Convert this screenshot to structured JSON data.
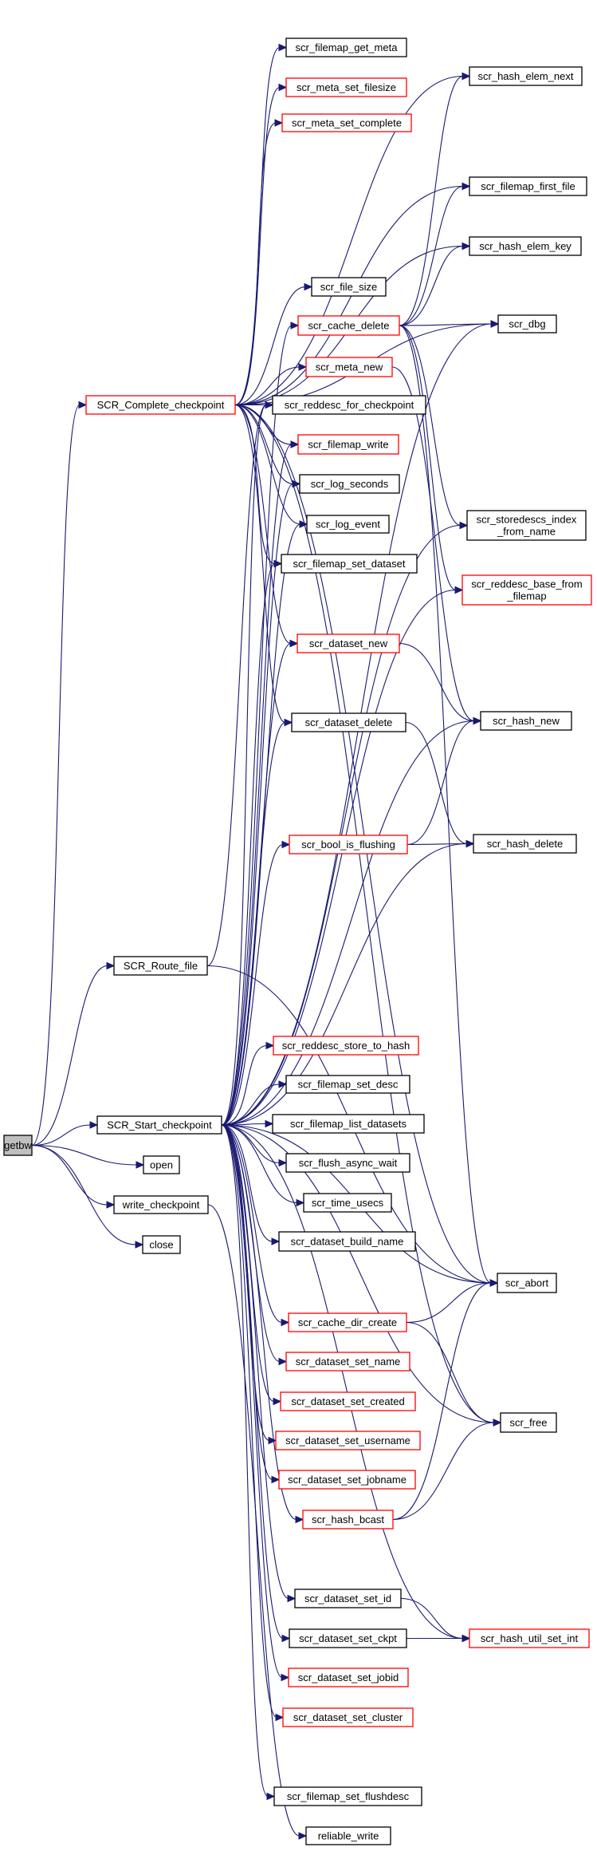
{
  "colors": {
    "edge": "#191970",
    "root_fill": "#bfbfbf",
    "documented_border": "#000000",
    "undocumented_border": "#ff0000",
    "node_fill": "#ffffff"
  },
  "nodes": [
    {
      "id": "getbw",
      "lines": [
        "getbw"
      ],
      "style": "root"
    },
    {
      "id": "scr_complete_checkpoint",
      "lines": [
        "SCR_Complete_checkpoint"
      ],
      "style": "red"
    },
    {
      "id": "scr_route_file",
      "lines": [
        "SCR_Route_file"
      ],
      "style": "black"
    },
    {
      "id": "scr_start_checkpoint",
      "lines": [
        "SCR_Start_checkpoint"
      ],
      "style": "black"
    },
    {
      "id": "open",
      "lines": [
        "open"
      ],
      "style": "black"
    },
    {
      "id": "write_checkpoint",
      "lines": [
        "write_checkpoint"
      ],
      "style": "black"
    },
    {
      "id": "close",
      "lines": [
        "close"
      ],
      "style": "black"
    },
    {
      "id": "scr_filemap_get_meta",
      "lines": [
        "scr_filemap_get_meta"
      ],
      "style": "black"
    },
    {
      "id": "scr_meta_set_filesize",
      "lines": [
        "scr_meta_set_filesize"
      ],
      "style": "red"
    },
    {
      "id": "scr_meta_set_complete",
      "lines": [
        "scr_meta_set_complete"
      ],
      "style": "red"
    },
    {
      "id": "scr_file_size",
      "lines": [
        "scr_file_size"
      ],
      "style": "black"
    },
    {
      "id": "scr_cache_delete",
      "lines": [
        "scr_cache_delete"
      ],
      "style": "red"
    },
    {
      "id": "scr_meta_new",
      "lines": [
        "scr_meta_new"
      ],
      "style": "red"
    },
    {
      "id": "scr_reddesc_for_checkpoint",
      "lines": [
        "scr_reddesc_for_checkpoint"
      ],
      "style": "black"
    },
    {
      "id": "scr_filemap_write",
      "lines": [
        "scr_filemap_write"
      ],
      "style": "red"
    },
    {
      "id": "scr_log_seconds",
      "lines": [
        "scr_log_seconds"
      ],
      "style": "black"
    },
    {
      "id": "scr_log_event",
      "lines": [
        "scr_log_event"
      ],
      "style": "black"
    },
    {
      "id": "scr_filemap_set_dataset",
      "lines": [
        "scr_filemap_set_dataset"
      ],
      "style": "black"
    },
    {
      "id": "scr_dataset_new",
      "lines": [
        "scr_dataset_new"
      ],
      "style": "red"
    },
    {
      "id": "scr_dataset_delete",
      "lines": [
        "scr_dataset_delete"
      ],
      "style": "black"
    },
    {
      "id": "scr_bool_is_flushing",
      "lines": [
        "scr_bool_is_flushing"
      ],
      "style": "red"
    },
    {
      "id": "scr_hash_elem_next",
      "lines": [
        "scr_hash_elem_next"
      ],
      "style": "black"
    },
    {
      "id": "scr_filemap_first_file",
      "lines": [
        "scr_filemap_first_file"
      ],
      "style": "black"
    },
    {
      "id": "scr_hash_elem_key",
      "lines": [
        "scr_hash_elem_key"
      ],
      "style": "black"
    },
    {
      "id": "scr_dbg",
      "lines": [
        "scr_dbg"
      ],
      "style": "black"
    },
    {
      "id": "scr_storedescs_index_from_name",
      "lines": [
        "scr_storedescs_index",
        "_from_name"
      ],
      "style": "black"
    },
    {
      "id": "scr_reddesc_base_from_filemap",
      "lines": [
        "scr_reddesc_base_from",
        "_filemap"
      ],
      "style": "red"
    },
    {
      "id": "scr_hash_new",
      "lines": [
        "scr_hash_new"
      ],
      "style": "black"
    },
    {
      "id": "scr_hash_delete",
      "lines": [
        "scr_hash_delete"
      ],
      "style": "black"
    },
    {
      "id": "scr_reddesc_store_to_hash",
      "lines": [
        "scr_reddesc_store_to_hash"
      ],
      "style": "red"
    },
    {
      "id": "scr_filemap_set_desc",
      "lines": [
        "scr_filemap_set_desc"
      ],
      "style": "black"
    },
    {
      "id": "scr_filemap_list_datasets",
      "lines": [
        "scr_filemap_list_datasets"
      ],
      "style": "black"
    },
    {
      "id": "scr_flush_async_wait",
      "lines": [
        "scr_flush_async_wait"
      ],
      "style": "black"
    },
    {
      "id": "scr_time_usecs",
      "lines": [
        "scr_time_usecs"
      ],
      "style": "black"
    },
    {
      "id": "scr_dataset_build_name",
      "lines": [
        "scr_dataset_build_name"
      ],
      "style": "black"
    },
    {
      "id": "scr_abort",
      "lines": [
        "scr_abort"
      ],
      "style": "black"
    },
    {
      "id": "scr_cache_dir_create",
      "lines": [
        "scr_cache_dir_create"
      ],
      "style": "red"
    },
    {
      "id": "scr_dataset_set_name",
      "lines": [
        "scr_dataset_set_name"
      ],
      "style": "red"
    },
    {
      "id": "scr_dataset_set_created",
      "lines": [
        "scr_dataset_set_created"
      ],
      "style": "red"
    },
    {
      "id": "scr_dataset_set_username",
      "lines": [
        "scr_dataset_set_username"
      ],
      "style": "red"
    },
    {
      "id": "scr_dataset_set_jobname",
      "lines": [
        "scr_dataset_set_jobname"
      ],
      "style": "red"
    },
    {
      "id": "scr_hash_bcast",
      "lines": [
        "scr_hash_bcast"
      ],
      "style": "red"
    },
    {
      "id": "scr_free",
      "lines": [
        "scr_free"
      ],
      "style": "black"
    },
    {
      "id": "scr_dataset_set_id",
      "lines": [
        "scr_dataset_set_id"
      ],
      "style": "black"
    },
    {
      "id": "scr_dataset_set_ckpt",
      "lines": [
        "scr_dataset_set_ckpt"
      ],
      "style": "black"
    },
    {
      "id": "scr_hash_util_set_int",
      "lines": [
        "scr_hash_util_set_int"
      ],
      "style": "red"
    },
    {
      "id": "scr_dataset_set_jobid",
      "lines": [
        "scr_dataset_set_jobid"
      ],
      "style": "red"
    },
    {
      "id": "scr_dataset_set_cluster",
      "lines": [
        "scr_dataset_set_cluster"
      ],
      "style": "red"
    },
    {
      "id": "scr_filemap_set_flushdesc",
      "lines": [
        "scr_filemap_set_flushdesc"
      ],
      "style": "black"
    },
    {
      "id": "reliable_write",
      "lines": [
        "reliable_write"
      ],
      "style": "black"
    }
  ],
  "edges": [
    [
      "getbw",
      "scr_complete_checkpoint"
    ],
    [
      "getbw",
      "scr_route_file"
    ],
    [
      "getbw",
      "scr_start_checkpoint"
    ],
    [
      "getbw",
      "open"
    ],
    [
      "getbw",
      "write_checkpoint"
    ],
    [
      "getbw",
      "close"
    ],
    [
      "scr_complete_checkpoint",
      "scr_filemap_get_meta"
    ],
    [
      "scr_complete_checkpoint",
      "scr_meta_set_filesize"
    ],
    [
      "scr_complete_checkpoint",
      "scr_meta_set_complete"
    ],
    [
      "scr_complete_checkpoint",
      "scr_hash_elem_next"
    ],
    [
      "scr_complete_checkpoint",
      "scr_filemap_first_file"
    ],
    [
      "scr_complete_checkpoint",
      "scr_hash_elem_key"
    ],
    [
      "scr_complete_checkpoint",
      "scr_file_size"
    ],
    [
      "scr_complete_checkpoint",
      "scr_dbg"
    ],
    [
      "scr_complete_checkpoint",
      "scr_meta_new"
    ],
    [
      "scr_complete_checkpoint",
      "scr_reddesc_for_checkpoint"
    ],
    [
      "scr_complete_checkpoint",
      "scr_filemap_write"
    ],
    [
      "scr_complete_checkpoint",
      "scr_log_seconds"
    ],
    [
      "scr_complete_checkpoint",
      "scr_log_event"
    ],
    [
      "scr_complete_checkpoint",
      "scr_filemap_set_dataset"
    ],
    [
      "scr_complete_checkpoint",
      "scr_dataset_new"
    ],
    [
      "scr_complete_checkpoint",
      "scr_dataset_delete"
    ],
    [
      "scr_complete_checkpoint",
      "scr_abort"
    ],
    [
      "scr_complete_checkpoint",
      "scr_free"
    ],
    [
      "scr_route_file",
      "scr_reddesc_for_checkpoint"
    ],
    [
      "scr_route_file",
      "scr_abort"
    ],
    [
      "scr_start_checkpoint",
      "scr_cache_delete"
    ],
    [
      "scr_start_checkpoint",
      "scr_reddesc_for_checkpoint"
    ],
    [
      "scr_start_checkpoint",
      "scr_filemap_write"
    ],
    [
      "scr_start_checkpoint",
      "scr_log_seconds"
    ],
    [
      "scr_start_checkpoint",
      "scr_log_event"
    ],
    [
      "scr_start_checkpoint",
      "scr_filemap_set_dataset"
    ],
    [
      "scr_start_checkpoint",
      "scr_dataset_new"
    ],
    [
      "scr_start_checkpoint",
      "scr_dataset_delete"
    ],
    [
      "scr_start_checkpoint",
      "scr_bool_is_flushing"
    ],
    [
      "scr_start_checkpoint",
      "scr_dbg"
    ],
    [
      "scr_start_checkpoint",
      "scr_storedescs_index_from_name"
    ],
    [
      "scr_start_checkpoint",
      "scr_reddesc_base_from_filemap"
    ],
    [
      "scr_start_checkpoint",
      "scr_hash_new"
    ],
    [
      "scr_start_checkpoint",
      "scr_hash_delete"
    ],
    [
      "scr_start_checkpoint",
      "scr_reddesc_store_to_hash"
    ],
    [
      "scr_start_checkpoint",
      "scr_filemap_set_desc"
    ],
    [
      "scr_start_checkpoint",
      "scr_filemap_list_datasets"
    ],
    [
      "scr_start_checkpoint",
      "scr_flush_async_wait"
    ],
    [
      "scr_start_checkpoint",
      "scr_time_usecs"
    ],
    [
      "scr_start_checkpoint",
      "scr_dataset_build_name"
    ],
    [
      "scr_start_checkpoint",
      "scr_abort"
    ],
    [
      "scr_start_checkpoint",
      "scr_cache_dir_create"
    ],
    [
      "scr_start_checkpoint",
      "scr_dataset_set_name"
    ],
    [
      "scr_start_checkpoint",
      "scr_dataset_set_created"
    ],
    [
      "scr_start_checkpoint",
      "scr_dataset_set_username"
    ],
    [
      "scr_start_checkpoint",
      "scr_dataset_set_jobname"
    ],
    [
      "scr_start_checkpoint",
      "scr_hash_bcast"
    ],
    [
      "scr_start_checkpoint",
      "scr_free"
    ],
    [
      "scr_start_checkpoint",
      "scr_dataset_set_id"
    ],
    [
      "scr_start_checkpoint",
      "scr_dataset_set_ckpt"
    ],
    [
      "scr_start_checkpoint",
      "scr_dataset_set_jobid"
    ],
    [
      "scr_start_checkpoint",
      "scr_dataset_set_cluster"
    ],
    [
      "scr_start_checkpoint",
      "scr_hash_util_set_int"
    ],
    [
      "scr_start_checkpoint",
      "scr_filemap_set_flushdesc"
    ],
    [
      "write_checkpoint",
      "reliable_write"
    ],
    [
      "scr_cache_delete",
      "scr_hash_elem_next"
    ],
    [
      "scr_cache_delete",
      "scr_filemap_first_file"
    ],
    [
      "scr_cache_delete",
      "scr_hash_elem_key"
    ],
    [
      "scr_cache_delete",
      "scr_dbg"
    ],
    [
      "scr_cache_delete",
      "scr_storedescs_index_from_name"
    ],
    [
      "scr_cache_delete",
      "scr_reddesc_base_from_filemap"
    ],
    [
      "scr_cache_delete",
      "scr_abort"
    ],
    [
      "scr_meta_new",
      "scr_hash_new"
    ],
    [
      "scr_dataset_new",
      "scr_hash_new"
    ],
    [
      "scr_dataset_delete",
      "scr_hash_delete"
    ],
    [
      "scr_bool_is_flushing",
      "scr_hash_new"
    ],
    [
      "scr_bool_is_flushing",
      "scr_hash_delete"
    ],
    [
      "scr_cache_dir_create",
      "scr_abort"
    ],
    [
      "scr_cache_dir_create",
      "scr_free"
    ],
    [
      "scr_hash_bcast",
      "scr_abort"
    ],
    [
      "scr_hash_bcast",
      "scr_free"
    ],
    [
      "scr_dataset_set_id",
      "scr_hash_util_set_int"
    ],
    [
      "scr_dataset_set_ckpt",
      "scr_hash_util_set_int"
    ]
  ]
}
